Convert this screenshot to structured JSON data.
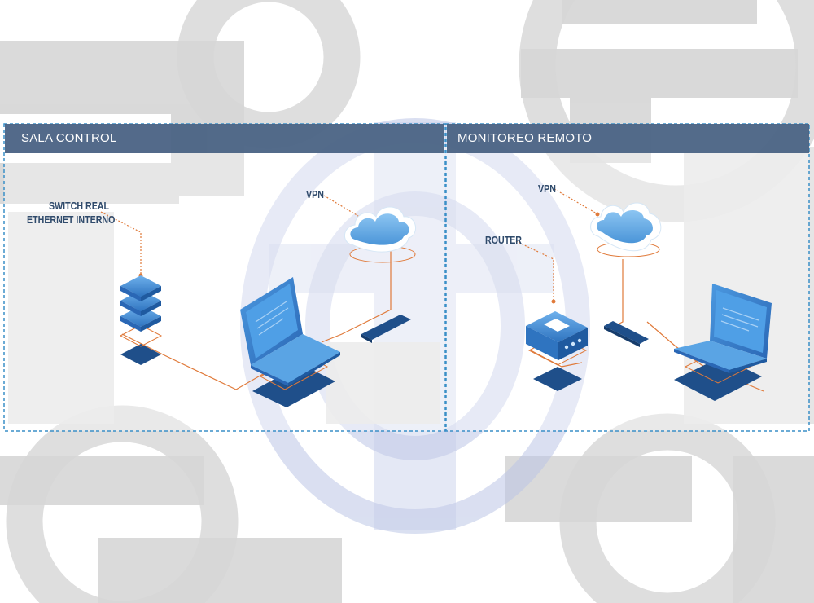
{
  "panels": {
    "left": {
      "title": "SALA CONTROL"
    },
    "right": {
      "title": "MONITOREO REMOTO"
    }
  },
  "labels": {
    "switch_line1": "SWITCH REAL",
    "switch_line2": "ETHERNET INTERNO",
    "vpn_left": "VPN",
    "vpn_right": "VPN",
    "router": "ROUTER"
  },
  "colors": {
    "panel_header": "#4a6384",
    "panel_border": "#3a8fc7",
    "connector": "#e07a3a",
    "device_blue": "#3f86d0",
    "device_dark": "#1f4f8a",
    "background_gears": "#cfcfcf"
  },
  "icons": [
    "switch-stack-icon",
    "laptop-icon",
    "cloud-icon",
    "router-icon",
    "network-card-icon"
  ]
}
